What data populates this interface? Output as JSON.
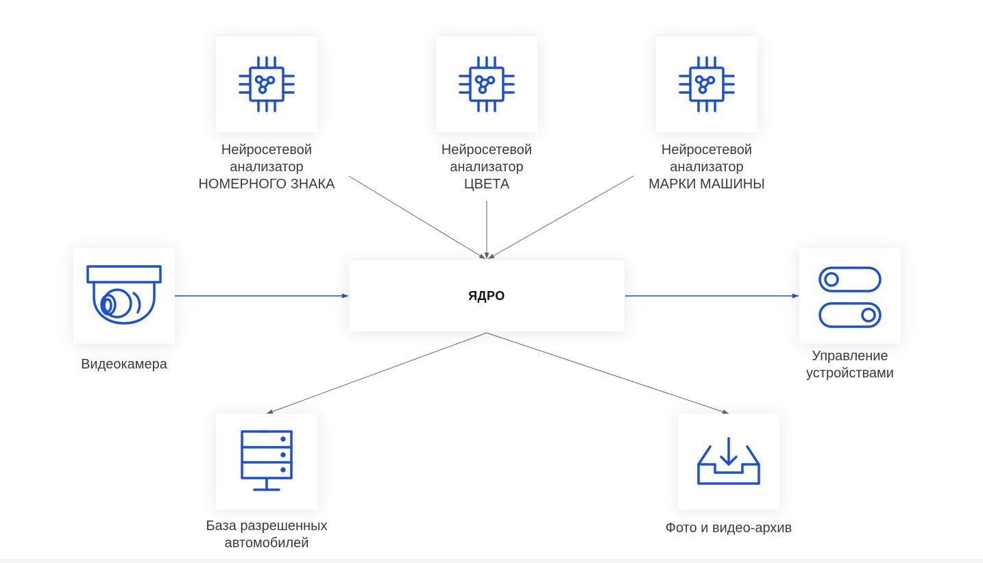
{
  "colors": {
    "accent": "#1a4fd6",
    "connector": "#666666",
    "text": "#3a3a3a"
  },
  "core": {
    "title": "ЯДРО"
  },
  "analyzers": [
    {
      "icon": "neural-chip-icon",
      "line1": "Нейросетевой",
      "line2": "анализатор",
      "line3": "НОМЕРНОГО ЗНАКА"
    },
    {
      "icon": "neural-chip-icon",
      "line1": "Нейросетевой",
      "line2": "анализатор",
      "line3": "ЦВЕТА"
    },
    {
      "icon": "neural-chip-icon",
      "line1": "Нейросетевой",
      "line2": "анализатор",
      "line3": "МАРКИ МАШИНЫ"
    }
  ],
  "camera": {
    "icon": "video-camera-icon",
    "label": "Видеокамера"
  },
  "devices": {
    "icon": "toggle-switches-icon",
    "line1": "Управление",
    "line2": "устройствами"
  },
  "database": {
    "icon": "server-database-icon",
    "line1": "База разрешенных",
    "line2": "автомобилей"
  },
  "archive": {
    "icon": "inbox-download-icon",
    "label": "Фото и видео-архив"
  }
}
